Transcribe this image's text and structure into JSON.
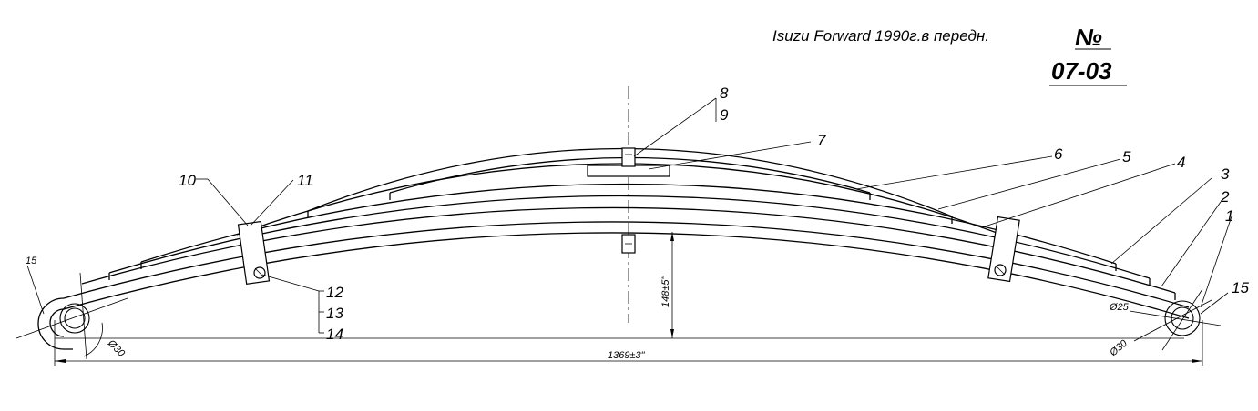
{
  "header": {
    "title": "Isuzu Forward 1990г.в  передн.",
    "number_sign": "№",
    "drawing_number": "07-03"
  },
  "callouts": {
    "c1": "1",
    "c2": "2",
    "c3": "3",
    "c4": "4",
    "c5": "5",
    "c6": "6",
    "c7": "7",
    "c8": "8",
    "c9": "9",
    "c10": "10",
    "c11": "11",
    "c12": "12",
    "c13": "13",
    "c14": "14",
    "c15_left": "15",
    "c15_right": "15"
  },
  "dimensions": {
    "length": "1369±3\"",
    "height": "148±5\"",
    "left_eye_diameter": "Ø30",
    "right_bushing_diameter": "Ø25",
    "right_eye_diameter": "Ø30"
  }
}
